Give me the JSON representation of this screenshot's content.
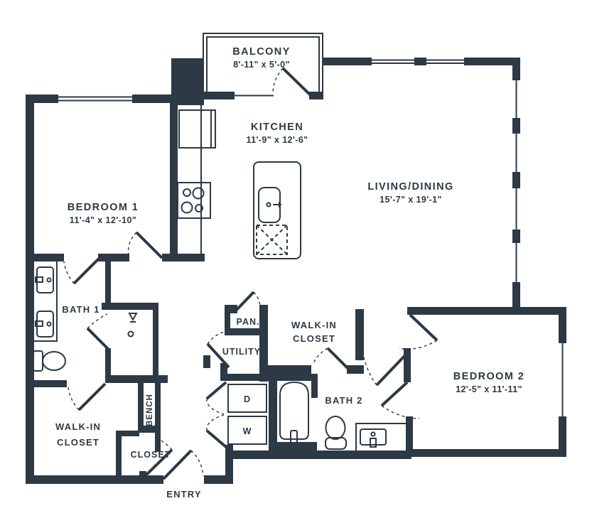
{
  "plan_title": "Two-bedroom apartment floor plan",
  "colors": {
    "wall": "#2d3944",
    "background": "#ffffff"
  },
  "rooms": {
    "balcony": {
      "name": "BALCONY",
      "dims": "8'-11\" x 5'-0\""
    },
    "kitchen": {
      "name": "KITCHEN",
      "dims": "11'-9\" x 12'-6\""
    },
    "bedroom1": {
      "name": "BEDROOM 1",
      "dims": "11'-4\" x 12'-10\""
    },
    "living": {
      "name": "LIVING/DINING",
      "dims": "15'-7\" x 19'-1\""
    },
    "bedroom2": {
      "name": "BEDROOM 2",
      "dims": "12'-5\" x 11'-11\""
    },
    "bath1": {
      "name": "BATH 1"
    },
    "bath2": {
      "name": "BATH 2"
    },
    "walkin1": {
      "line1": "WALK-IN",
      "line2": "CLOSET"
    },
    "walkin2": {
      "line1": "WALK-IN",
      "line2": "CLOSET"
    },
    "pantry": {
      "name": "PAN."
    },
    "utility": {
      "name": "UTILITY"
    },
    "laundry": {
      "dryer": "D",
      "washer": "W"
    },
    "bench": {
      "name": "BENCH"
    },
    "closet": {
      "name": "CLOSET"
    },
    "entry": {
      "name": "ENTRY"
    }
  },
  "icons": {
    "refrigerator": "refrigerator-icon",
    "cooktop": "cooktop-icon",
    "island_sink": "island-sink-icon",
    "dishwasher": "dishwasher-icon",
    "vanity_sink": "vanity-sink-icon",
    "toilet": "toilet-icon",
    "shower_head": "shower-head-icon",
    "shower_drain": "shower-drain-icon",
    "bathtub": "bathtub-icon",
    "washer_box": "washer-icon",
    "dryer_box": "dryer-icon"
  }
}
